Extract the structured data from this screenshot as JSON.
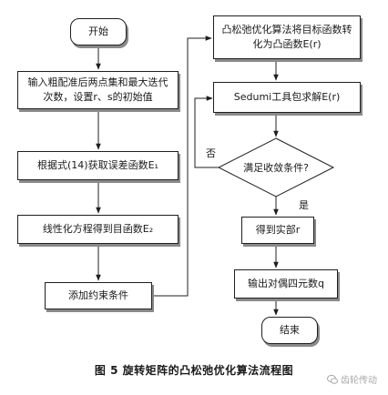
{
  "nodes": {
    "start": "开始",
    "input": "输入粗配准后两点集和最大迭代次数，设置r、s的初始值",
    "error_func": "根据式(14)获取误差函数E₁",
    "linearize": "线性化方程得到目函数E₂",
    "constraint": "添加约束条件",
    "convexify": "凸松弛优化算法将目标函数转化为凸函数E(r)",
    "sedumi": "Sedumi工具包求解E(r)",
    "converge": "满足收敛条件?",
    "real_part": "得到实部r",
    "output": "输出对偶四元数q",
    "end": "结束"
  },
  "edge_labels": {
    "no": "否",
    "yes": "是"
  },
  "caption": "图 5   旋转矩阵的凸松弛优化算法流程图",
  "watermark": "齿轮传动",
  "colors": {
    "line": "#1f1f1f",
    "shadow": "#8a8a8a",
    "watermark": "#a8a8a8"
  }
}
